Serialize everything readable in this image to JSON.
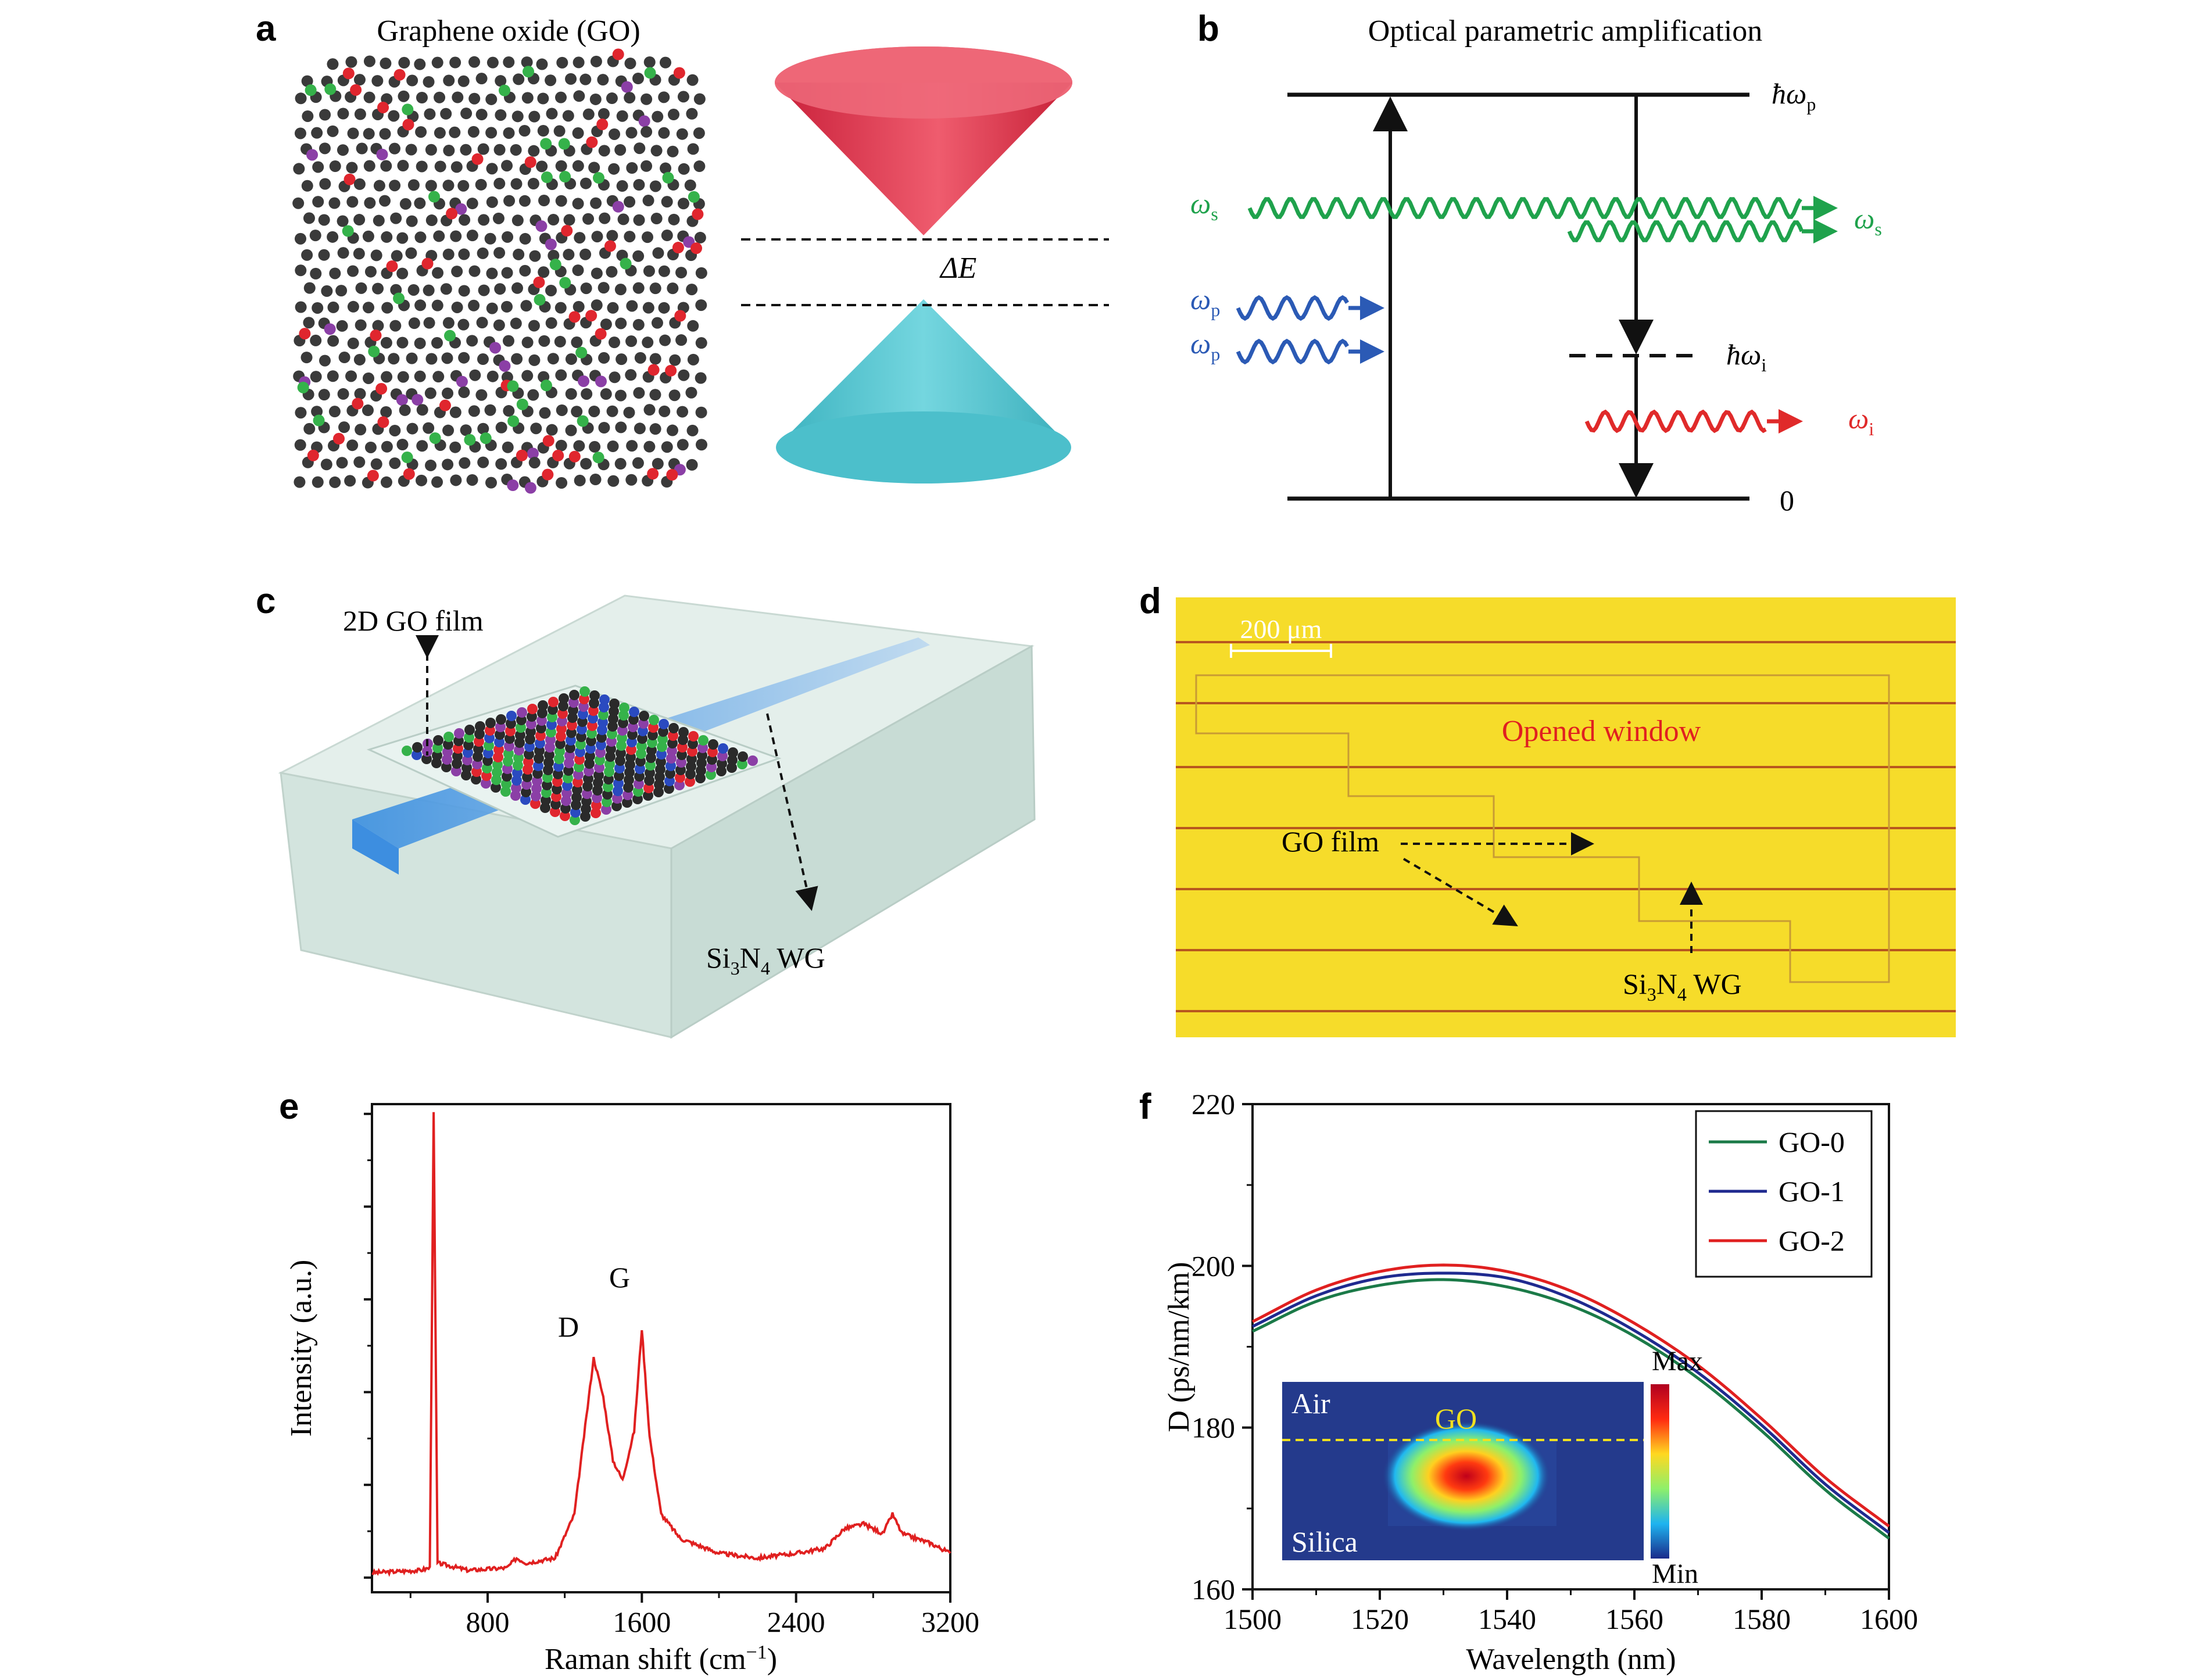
{
  "panel_labels": {
    "a": "a",
    "b": "b",
    "c": "c",
    "d": "d",
    "e": "e",
    "f": "f"
  },
  "panel_a": {
    "title": "Graphene oxide (GO)",
    "gap_label": "ΔE",
    "colors": {
      "carbon": "#3a3a3a",
      "oxygen_red": "#e0262e",
      "group_green": "#35b24a",
      "group_purple": "#8b3fa6",
      "cone_top": "#e43e55",
      "cone_bottom": "#4cc3cf"
    }
  },
  "panel_b": {
    "title": "Optical parametric amplification",
    "levels": {
      "top": "ħω",
      "top_sub": "p",
      "zero": "0",
      "idler": "ħω",
      "idler_sub": "i"
    },
    "beams": {
      "signal": "ω",
      "signal_sub": "s",
      "pump": "ω",
      "pump_sub": "p",
      "idler": "ω",
      "idler_sub": "i"
    },
    "colors": {
      "signal": "#1fa24c",
      "pump": "#2b5ab5",
      "idler": "#e02a2a"
    }
  },
  "panel_c": {
    "film_label": "2D GO film",
    "wg_label": "Si",
    "wg_sub1": "3",
    "wg_mid": "N",
    "wg_sub2": "4",
    "wg_tail": " WG",
    "colors": {
      "block": "#d9e9e4",
      "waveguide": "#4f9fe6"
    }
  },
  "panel_d": {
    "scale_bar": "200 μm",
    "window_label": "Opened window",
    "film_label": "GO film",
    "wg_label": "Si",
    "wg_sub1": "3",
    "wg_mid": "N",
    "wg_sub2": "4",
    "wg_tail": " WG",
    "colors": {
      "background": "#f6dc2a",
      "window_text": "#e02020",
      "lines": "#b8571e"
    }
  },
  "panel_e": {
    "xlabel": "Raman shift (cm",
    "xlabel_sup": "−1",
    "xlabel_tail": ")",
    "ylabel": "Intensity (a.u.)",
    "peak_labels": {
      "D": "D",
      "G": "G"
    },
    "x_ticks": [
      "800",
      "1600",
      "2400",
      "3200"
    ]
  },
  "panel_f": {
    "xlabel": "Wavelength (nm)",
    "ylabel": "D (ps/nm/km)",
    "x_ticks": [
      "1500",
      "1520",
      "1540",
      "1560",
      "1580",
      "1600"
    ],
    "y_ticks": [
      "160",
      "180",
      "200",
      "220"
    ],
    "inset": {
      "air": "Air",
      "go": "GO",
      "silica": "Silica",
      "max": "Max",
      "min": "Min"
    }
  },
  "chart_data": [
    {
      "type": "line",
      "panel": "e",
      "xlabel": "Raman shift (cm−1)",
      "ylabel": "Intensity (a.u.)",
      "xlim": [
        200,
        3200
      ],
      "ylim": [
        0,
        1
      ],
      "x_ticks": [
        800,
        1600,
        2400,
        3200
      ],
      "series": [
        {
          "color": "#e02020",
          "points": [
            [
              200,
              0.04
            ],
            [
              450,
              0.045
            ],
            [
              500,
              0.05
            ],
            [
              520,
              0.98
            ],
            [
              540,
              0.06
            ],
            [
              700,
              0.045
            ],
            [
              900,
              0.05
            ],
            [
              950,
              0.07
            ],
            [
              1000,
              0.06
            ],
            [
              1150,
              0.07
            ],
            [
              1250,
              0.16
            ],
            [
              1300,
              0.32
            ],
            [
              1350,
              0.48
            ],
            [
              1400,
              0.4
            ],
            [
              1450,
              0.27
            ],
            [
              1500,
              0.23
            ],
            [
              1560,
              0.33
            ],
            [
              1600,
              0.54
            ],
            [
              1640,
              0.32
            ],
            [
              1700,
              0.16
            ],
            [
              1800,
              0.11
            ],
            [
              2000,
              0.08
            ],
            [
              2200,
              0.07
            ],
            [
              2400,
              0.08
            ],
            [
              2550,
              0.09
            ],
            [
              2650,
              0.13
            ],
            [
              2750,
              0.14
            ],
            [
              2850,
              0.12
            ],
            [
              2900,
              0.16
            ],
            [
              2950,
              0.12
            ],
            [
              3100,
              0.1
            ],
            [
              3200,
              0.08
            ]
          ]
        }
      ]
    },
    {
      "type": "line",
      "panel": "f",
      "xlabel": "Wavelength (nm)",
      "ylabel": "D (ps/nm/km)",
      "xlim": [
        1500,
        1600
      ],
      "ylim": [
        160,
        220
      ],
      "legend_position": "top-right",
      "series": [
        {
          "name": "GO-0",
          "color": "#1b7a48",
          "x": [
            1500,
            1510,
            1520,
            1530,
            1540,
            1550,
            1560,
            1570,
            1580,
            1590,
            1600
          ],
          "y": [
            191.9,
            195.6,
            197.6,
            198.3,
            197.4,
            195.1,
            191.3,
            186.1,
            179.6,
            172.3,
            166.3
          ]
        },
        {
          "name": "GO-1",
          "color": "#1f2a8f",
          "x": [
            1500,
            1510,
            1520,
            1530,
            1540,
            1550,
            1560,
            1570,
            1580,
            1590,
            1600
          ],
          "y": [
            192.5,
            196.3,
            198.5,
            199.1,
            198.5,
            196.0,
            192.0,
            186.8,
            180.3,
            173.0,
            167.0
          ]
        },
        {
          "name": "GO-2",
          "color": "#e02020",
          "x": [
            1500,
            1510,
            1520,
            1530,
            1540,
            1550,
            1560,
            1570,
            1580,
            1590,
            1600
          ],
          "y": [
            193.1,
            197.0,
            199.3,
            200.1,
            199.3,
            196.9,
            192.9,
            187.7,
            181.1,
            173.8,
            167.8
          ]
        }
      ]
    }
  ]
}
